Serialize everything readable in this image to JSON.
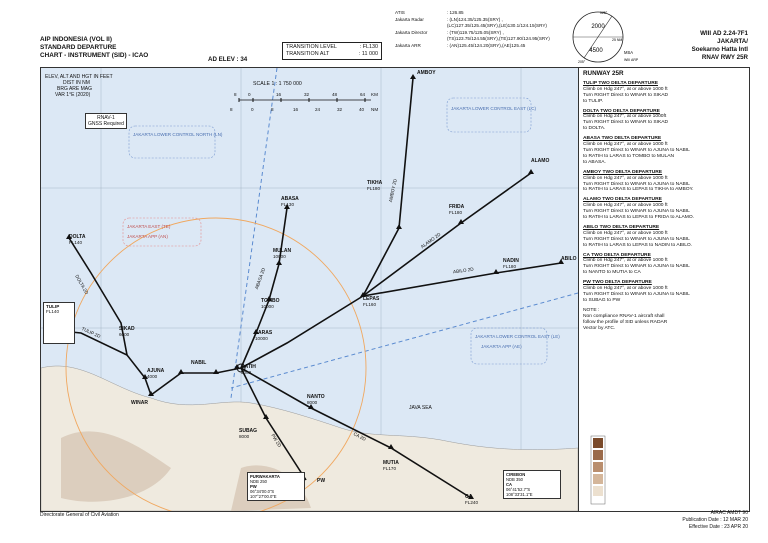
{
  "header": {
    "aip": "AIP INDONESIA (VOL II)",
    "chart_type": "STANDARD DEPARTURE",
    "chart_subtype": "CHART - INSTRUMENT (SID) - ICAO",
    "ad_elev": "AD ELEV : 34",
    "transition_level_label": "TRANSITION LEVEL",
    "transition_level": ": FL130",
    "transition_alt_label": "TRANSITION ALT",
    "transition_alt": ": 11 000",
    "chart_id": "WIII AD 2.24-7F1",
    "city": "JAKARTA/",
    "airport": "Soekarno Hatta Intl",
    "procedure": "RNAV RWY 25R"
  },
  "frequencies": [
    {
      "name": "ATIS",
      "value": ": 126.85"
    },
    {
      "name": "Jakarta Radar",
      "value": ": (LN)124.35/125.35(SRY) ,"
    },
    {
      "name": "",
      "value": "(LC)127.35/125.45(SRY),(LE)130.1/124.15(SRY)"
    },
    {
      "name": "Jakarta Director",
      "value": ": (TW)119.75/125.05(SRY) ,"
    },
    {
      "name": "",
      "value": "(TS)123.75/124.55(SRY),(TE)127.90/124.95(SRY)"
    },
    {
      "name": "Jakarta ARR",
      "value": ": (AN)125.45/124.20(SRY),(AE)125.45"
    }
  ],
  "msa": {
    "upper": "2000",
    "lower": "4500",
    "caption": "MSA",
    "center": "WIII ARP",
    "bearing_a": "025°",
    "bearing_b": "205°",
    "radius": "25 NM"
  },
  "map": {
    "legend_lines": [
      "ELEV, ALT AND HGT IN FEET",
      "DIST IN NM",
      "BRG ARE MAG",
      "VAR 1°E (2020)"
    ],
    "rnav": [
      "RNAV-1",
      "GNSS Required"
    ],
    "scale": "SCALE 1 : 1 750 000",
    "scale_km_label": "KM",
    "scale_nm_label": "NM",
    "scale_km": [
      "8",
      "0",
      "16",
      "32",
      "48",
      "64"
    ],
    "scale_nm": [
      "8",
      "0",
      "8",
      "16",
      "24",
      "32",
      "40"
    ],
    "sea": "JAVA SEA",
    "waypoints": [
      {
        "name": "AMBOY",
        "level": ""
      },
      {
        "name": "TIKHA",
        "level": "FL180"
      },
      {
        "name": "ALAMO",
        "level": ""
      },
      {
        "name": "FRIDA",
        "level": "FL180"
      },
      {
        "name": "NADIN",
        "level": "FL180"
      },
      {
        "name": "ABILO",
        "level": ""
      },
      {
        "name": "ABASA",
        "level": "FL130"
      },
      {
        "name": "MULAN",
        "level": "10000"
      },
      {
        "name": "TOMBO",
        "level": "10000"
      },
      {
        "name": "LARAS",
        "level": "10000"
      },
      {
        "name": "LEPAS",
        "level": "FL160"
      },
      {
        "name": "DOLTA",
        "level": "FL140"
      },
      {
        "name": "TULIP",
        "level": "FL140"
      },
      {
        "name": "SIKAD",
        "level": "6000"
      },
      {
        "name": "AJUNA",
        "level": "4000"
      },
      {
        "name": "NABIL",
        "level": ""
      },
      {
        "name": "RATIH",
        "level": "5000"
      },
      {
        "name": "WINAR",
        "level": ""
      },
      {
        "name": "NANTO",
        "level": "8000"
      },
      {
        "name": "SUBAG",
        "level": "8000"
      },
      {
        "name": "MUTIA",
        "level": "FL170"
      },
      {
        "name": "CA",
        "level": "FL240"
      },
      {
        "name": "PW",
        "level": ""
      }
    ],
    "routes": [
      "TULIP 2D",
      "DOLTA 2D",
      "ABASA 2D",
      "AMBOY 2D",
      "ALAMO 2D",
      "ABILO 2D",
      "CA 2D",
      "PW 2D"
    ],
    "navaids": [
      {
        "name": "PURWAKARTA",
        "line1": "NDB 250",
        "line2": "PW",
        "line3": "06°34'00.0\"S",
        "line4": "107°27'00.0\"E"
      },
      {
        "name": "CIREBON",
        "line1": "NDB 350",
        "line2": "CA",
        "line3": "06°41'52.7\"S",
        "line4": "108°33'31.1\"E"
      }
    ],
    "airspaces": [
      "JAKARTA LOWER CONTROL NORTH (LN)",
      "JAKARTA EAST (TE)",
      "JAKARTA APP (AN)",
      "JAKARTA LOWER CONTROL EAST (LC)",
      "JAKARTA APP (AE)",
      "JAKARTA LOWER CONTROL EAST (LE)"
    ]
  },
  "panel": {
    "runway": "RUNWAY 25R",
    "procedures": [
      {
        "title": "TULIP TWO DELTA DEPARTURE",
        "desc": "Climb on Hdg 247°, at or above 1000 ft\nTurn RIGHT Direct to WINAR to SIKAD\nto TULIP."
      },
      {
        "title": "DOLTA TWO DELTA DEPARTURE",
        "desc": "Climb on Hdg 247°, at or above 1000ft\nTurn RIGHT Direct to WINAR to SIKAD\nto DOLTA."
      },
      {
        "title": "ABASA TWO DELTA DEPARTURE",
        "desc": "Climb on Hdg 247°, at or above 1000 ft\nTurn RIGHT Direct to WINAR to AJUNA to NABIL\nto RATIH to LARAS to TOMBO to MULAN\nto ABASA."
      },
      {
        "title": "AMBOY TWO DELTA DEPARTURE",
        "desc": "Climb on Hdg 247°, at or above 1000 ft\nTurn RIGHT Direct to WINAR to AJUNA to NABIL\nto RATIH to LARAS to LEPAS to TIKHA to AMBOY."
      },
      {
        "title": "ALAMO TWO DELTA DEPARTURE",
        "desc": "Climb on Hdg 247°, at or above 1000 ft\nTurn RIGHT Direct to WINAR to AJUNA to NABIL\nto RATIH to LARAS to LEPAS to FRIDA to ALAMO."
      },
      {
        "title": "ABILO TWO DELTA DEPARTURE",
        "desc": "Climb on Hdg 247°, at or above 1000 ft\nTurn RIGHT Direct to WINAR to AJUNA to NABIL\nto RATIH to LARAS to LEPAS to NADIN to ABILO."
      },
      {
        "title": "CA TWO DELTA DEPARTURE",
        "desc": "Climb on Hdg 247°, at or above 1000 ft\nTurn RIGHT Direct to WINAR to AJUNA to NABIL\nto NANTO to MUTIA to CA"
      },
      {
        "title": "PW TWO DELTA DEPARTURE",
        "desc": "Climb on Hdg 247°, at or above 1000 ft\nTurn RIGHT Direct to WINAR to AJUNA to NABIL\nto SUBAG to PW"
      }
    ],
    "note": "NOTE :\nNon compliance RNAV-1 aircraft shall\nfollow the profile of SID unless RADAR\nVector by ATC."
  },
  "footer": {
    "authority": "Directorate General of Civil Aviation",
    "airac": "AIRAC AMDT 90",
    "publication": "Publication Date : 12 MAR 20",
    "effective": "Effective Date : 23 APR 20"
  }
}
